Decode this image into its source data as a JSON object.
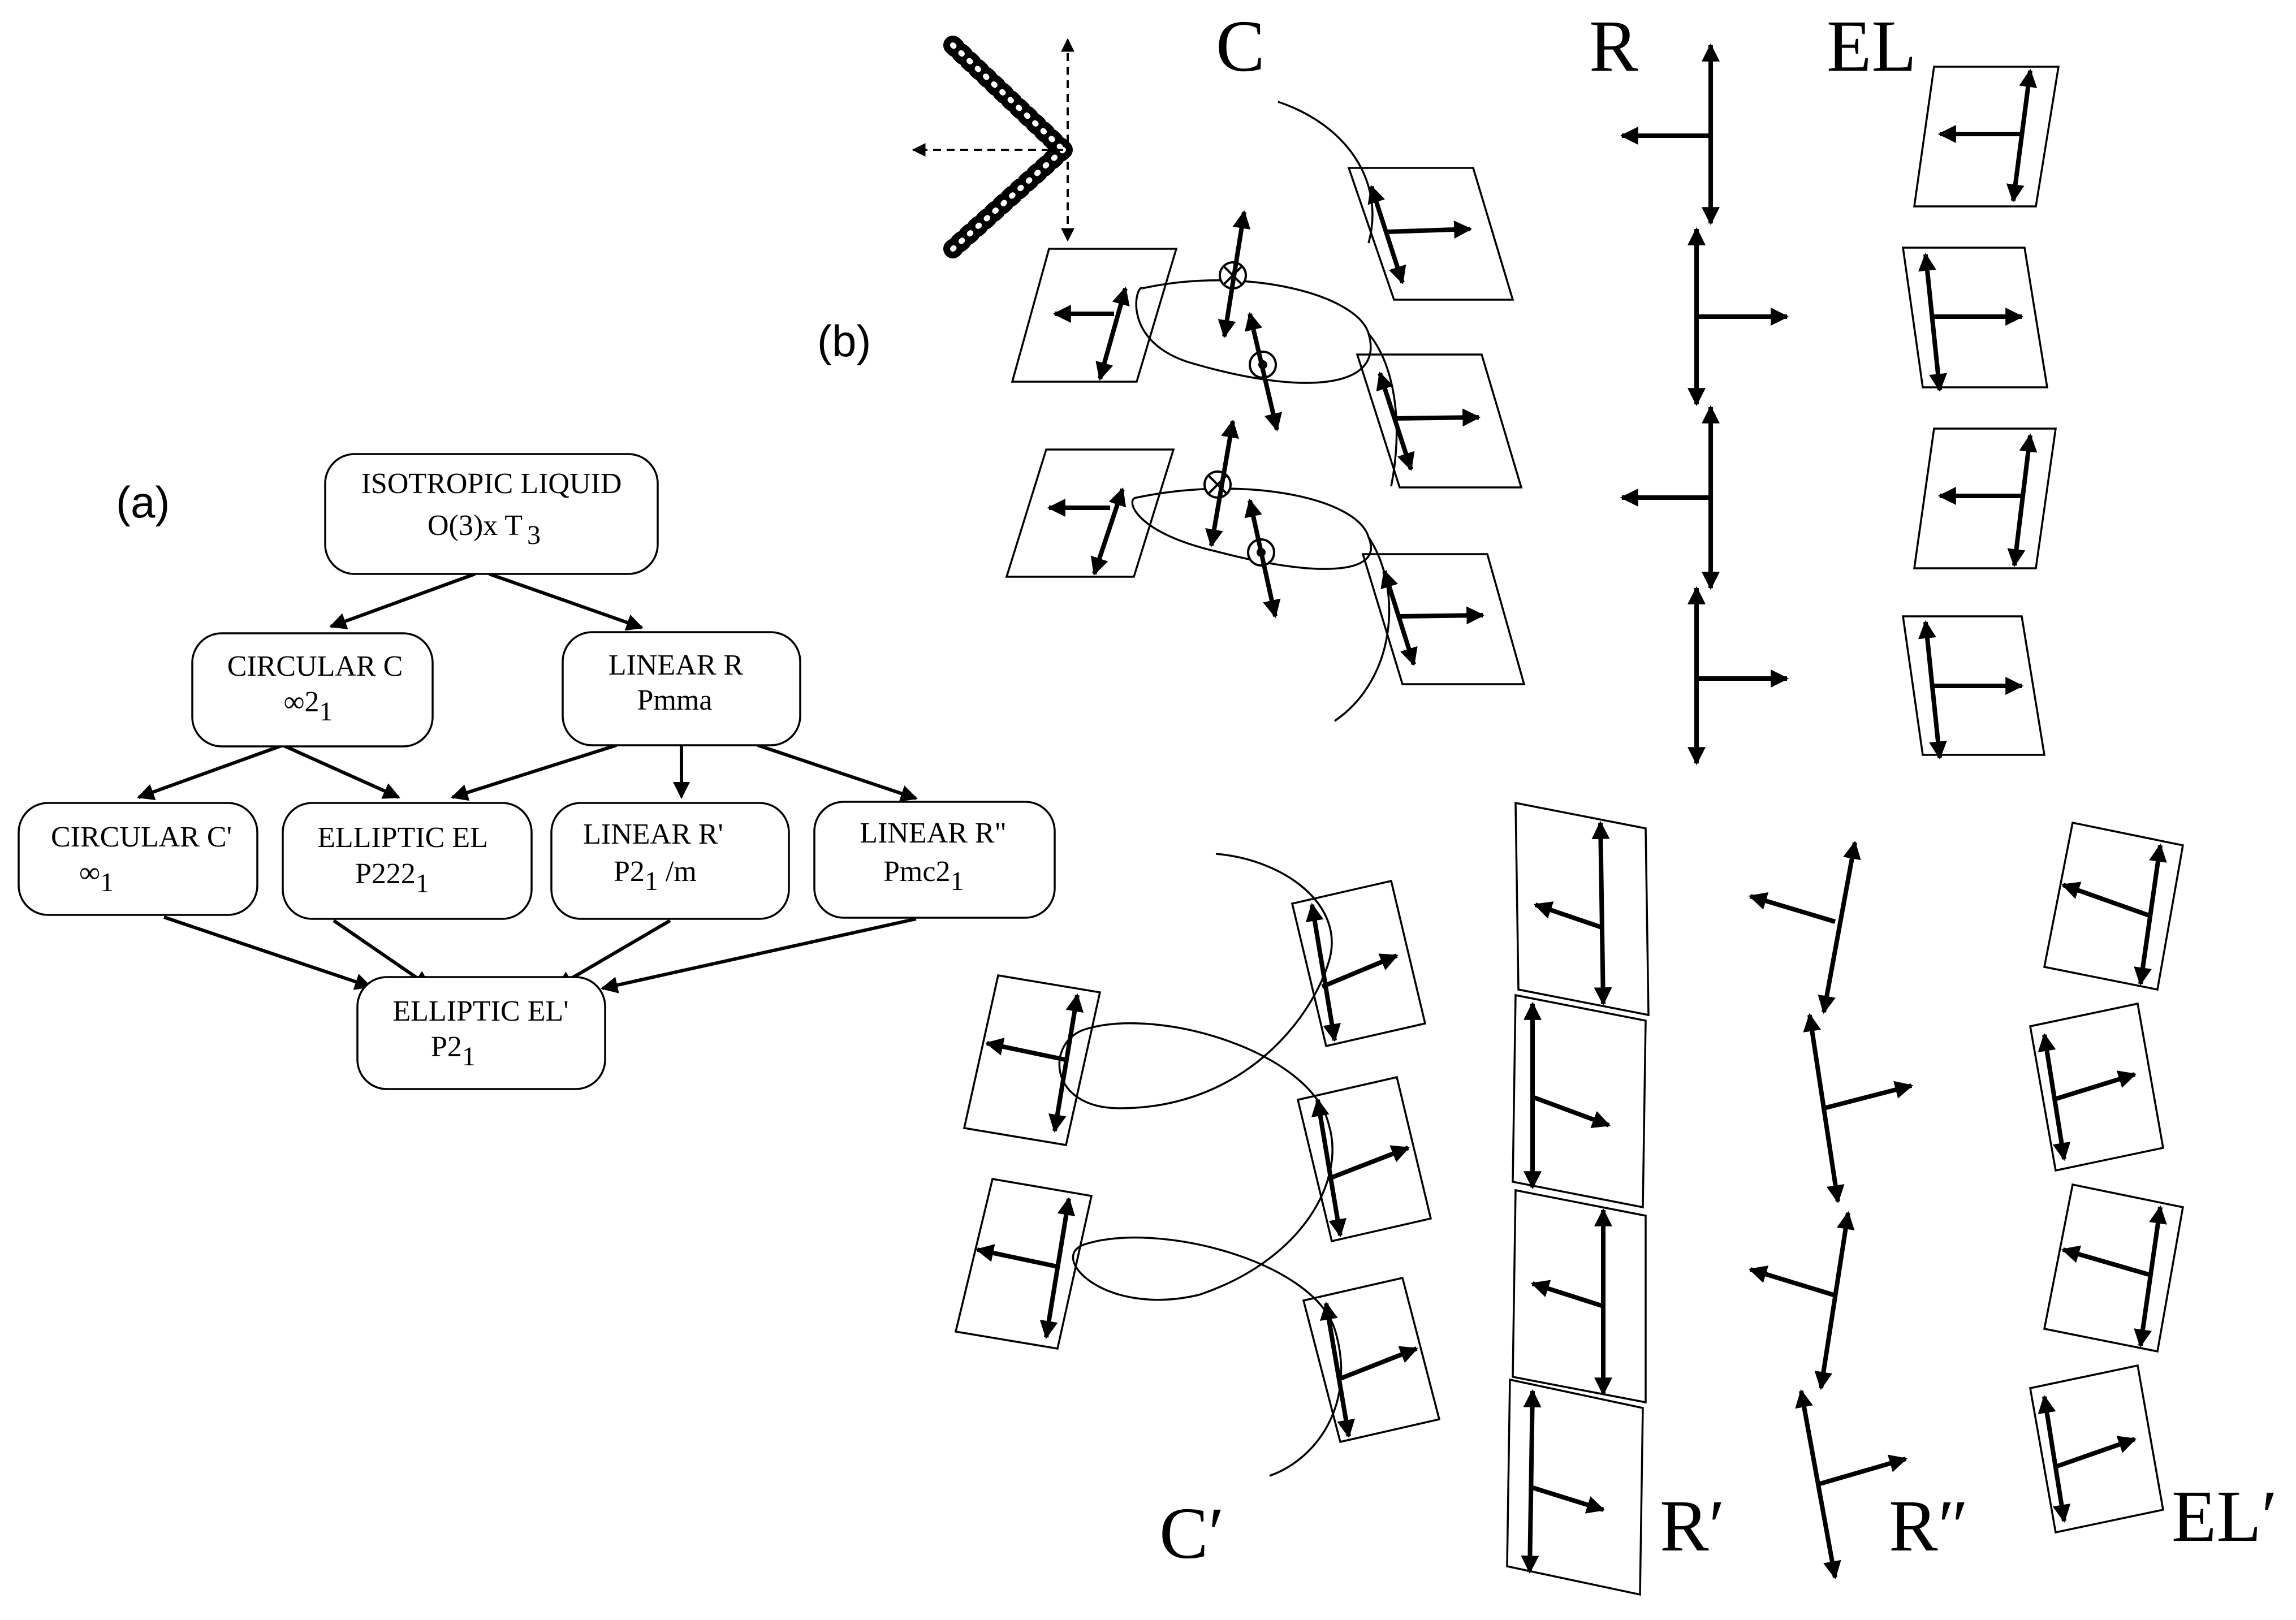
{
  "panel_a": {
    "label": "(a)",
    "nodes": {
      "iso": {
        "line1": "ISOTROPIC LIQUID",
        "line2": "O(3)x T",
        "line2_sub": "3"
      },
      "circ": {
        "line1": "CIRCULAR C",
        "line2": "∞2",
        "line2_sub": "1"
      },
      "lin": {
        "line1": "LINEAR R",
        "line2": "Pmma",
        "line2_sub": ""
      },
      "circp": {
        "line1": "CIRCULAR C'",
        "line2": "∞",
        "line2_sub": "1"
      },
      "ell": {
        "line1": "ELLIPTIC EL",
        "line2": "P222",
        "line2_sub": "1"
      },
      "linp": {
        "line1": "LINEAR R'",
        "line2": "P2",
        "line2_sub": "1",
        "line2_tail": " /m"
      },
      "linpp": {
        "line1": "LINEAR R\"",
        "line2": "Pmc2",
        "line2_sub": "1"
      },
      "ellp": {
        "line1": "ELLIPTIC EL'",
        "line2": "P2",
        "line2_sub": "1"
      }
    }
  },
  "panel_b": {
    "label": "(b)",
    "top_labels": [
      "C",
      "R",
      "EL"
    ],
    "bottom_labels": [
      "C′",
      "R′",
      "R″",
      "EL′"
    ]
  }
}
